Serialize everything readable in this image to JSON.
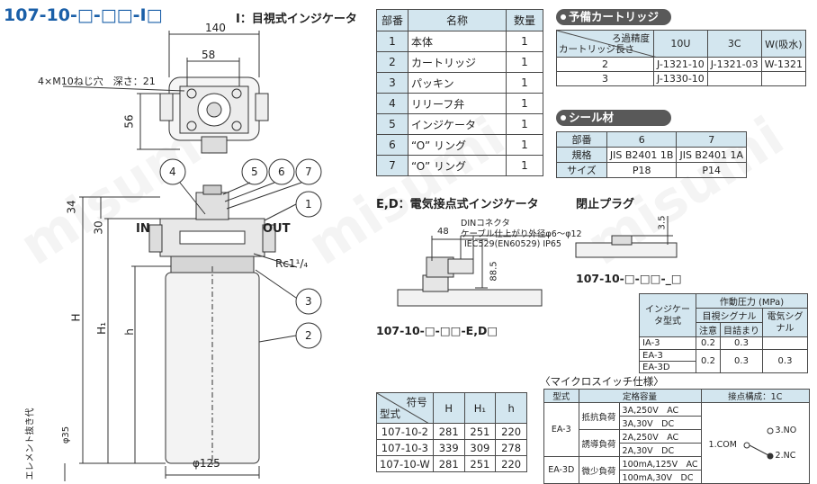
{
  "title": {
    "main": "107-10-□-□□-I□",
    "sub": "I：目視式インジケータ"
  },
  "watermark": "misumi",
  "drawing": {
    "dim_140": "140",
    "dim_58": "58",
    "dim_56": "56",
    "thread_note": "4×M10ねじ穴　深さ：21",
    "dim_34": "34",
    "dim_30": "30",
    "in_label": "IN",
    "out_label": "OUT",
    "rc_label": "Rc1¹/₄",
    "H": "H",
    "H1": "H₁",
    "h": "h",
    "element_clearance": "エレメント抜き代",
    "phi35": "φ35",
    "phi125": "φ125",
    "balloons": [
      "1",
      "2",
      "3",
      "4",
      "5",
      "6",
      "7"
    ]
  },
  "parts_table": {
    "headers": [
      "部番",
      "名称",
      "数量"
    ],
    "rows": [
      [
        "1",
        "本体",
        "1"
      ],
      [
        "2",
        "カートリッジ",
        "1"
      ],
      [
        "3",
        "パッキン",
        "1"
      ],
      [
        "4",
        "リリーフ弁",
        "1"
      ],
      [
        "5",
        "インジケータ",
        "1"
      ],
      [
        "6",
        "“O” リング",
        "1"
      ],
      [
        "7",
        "“O” リング",
        "1"
      ]
    ]
  },
  "cartridge": {
    "title": "予備カートリッジ",
    "corner_top": "ろ過精度",
    "corner_bottom": "カートリッジ長さ",
    "cols": [
      "10U",
      "3C",
      "W(吸水)"
    ],
    "rows": [
      [
        "2",
        "J-1321-10",
        "J-1321-03",
        "W-1321"
      ],
      [
        "3",
        "J-1330-10",
        "",
        ""
      ]
    ]
  },
  "seal": {
    "title": "シール材",
    "rows": [
      [
        "部番",
        "6",
        "7"
      ],
      [
        "規格",
        "JIS B2401 1B",
        "JIS B2401 1A"
      ],
      [
        "サイズ",
        "P18",
        "P14"
      ]
    ]
  },
  "ed": {
    "title": "E,D：電気接点式インジケータ",
    "din": "DINコネクタ",
    "cable": "ケーブル仕上がり外径φ6～φ12",
    "iec": "IEC529(EN60529) IP65",
    "dim_48": "48",
    "dim_88": "88.5",
    "code": "107-10-□-□□-E,D□"
  },
  "plug": {
    "title": "閉止プラグ",
    "dim": "3.5",
    "code": "107-10-□-□□-_□"
  },
  "indicator_table": {
    "type_header": "インジケータ型式",
    "pressure_header": "作動圧力 (MPa)",
    "visual_header": "目視シグナル",
    "electric_header": "電気シグナル",
    "caution": "注意",
    "clog": "目詰まり",
    "rows": [
      [
        "IA-3",
        "0.2",
        "0.3",
        ""
      ],
      [
        "EA-3",
        "0.2",
        "0.3",
        "0.3"
      ],
      [
        "EA-3D",
        "",
        "",
        ""
      ]
    ]
  },
  "dims_table": {
    "corner_top": "符号",
    "corner_bottom": "型式",
    "cols": [
      "H",
      "H₁",
      "h"
    ],
    "rows": [
      [
        "107-10-2",
        "281",
        "251",
        "220"
      ],
      [
        "107-10-3",
        "339",
        "309",
        "278"
      ],
      [
        "107-10-W",
        "281",
        "251",
        "220"
      ]
    ]
  },
  "micro": {
    "title": "〈マイクロスイッチ仕様〉",
    "h_type": "型式",
    "h_rating": "定格容量",
    "h_contact": "接点構成：1C",
    "ea3": "EA-3",
    "ea3d": "EA-3D",
    "resist": "抵抗負荷",
    "induct": "誘導負荷",
    "micro_load": "微少負荷",
    "values": [
      "3A,250V　AC",
      "3A,30V　DC",
      "2A,250V　AC",
      "2A,30V　DC",
      "100mA,125V　AC",
      "100mA,30V　DC"
    ],
    "no": "3.NO",
    "com": "1.COM",
    "nc": "2.NC"
  }
}
